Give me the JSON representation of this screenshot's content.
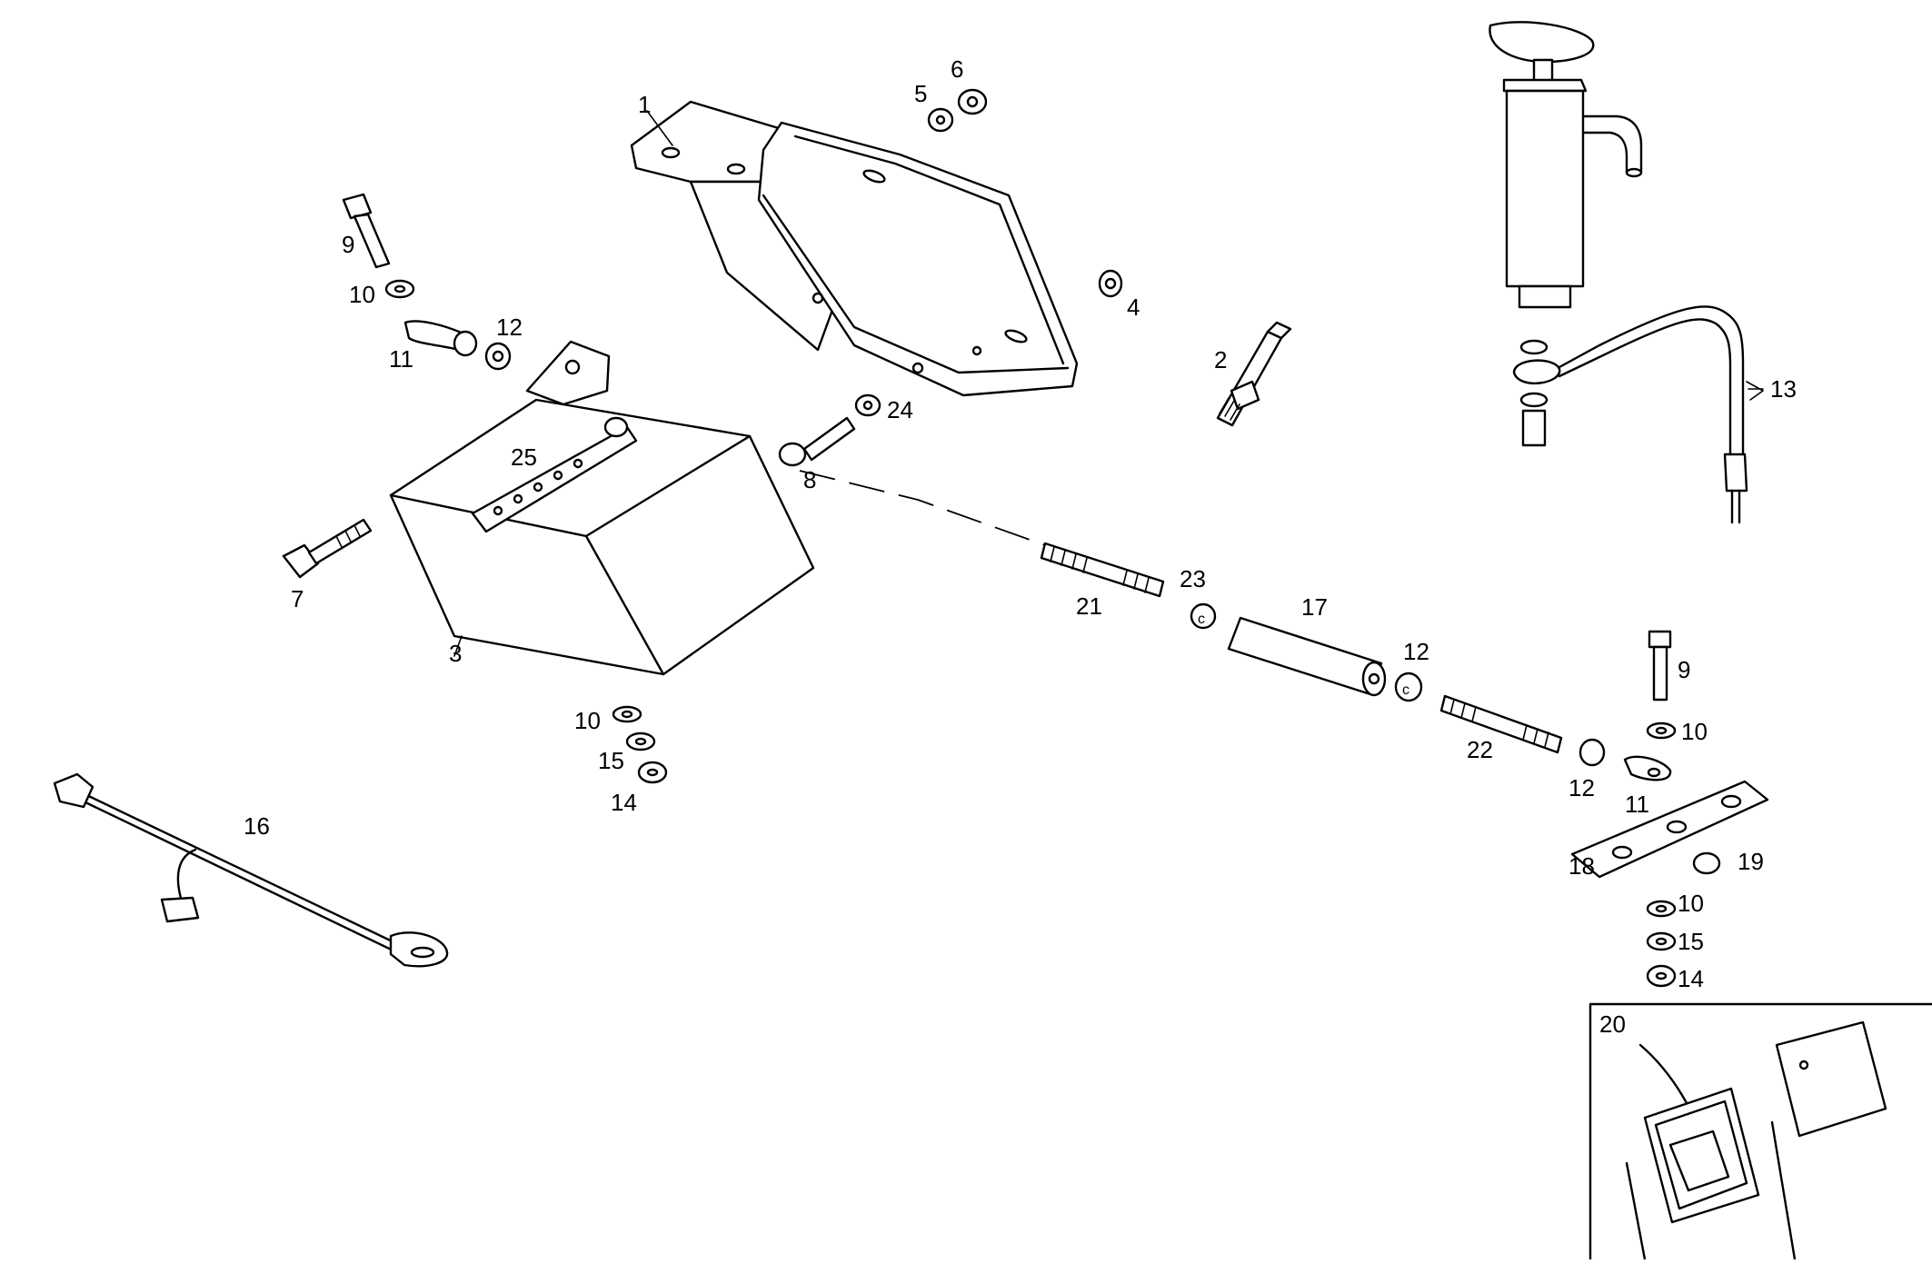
{
  "diagram": {
    "callouts": {
      "c1": "1",
      "c2": "2",
      "c3": "3",
      "c4": "4",
      "c5": "5",
      "c6": "6",
      "c7": "7",
      "c8": "8",
      "c9a": "9",
      "c9b": "9",
      "c10a": "10",
      "c10b": "10",
      "c10c": "10",
      "c10d": "10",
      "c11a": "11",
      "c11b": "11",
      "c12a": "12",
      "c12b": "12",
      "c12c": "12",
      "c13": "13",
      "c14a": "14",
      "c14b": "14",
      "c15a": "15",
      "c15b": "15",
      "c16": "16",
      "c17": "17",
      "c18": "18",
      "c19": "19",
      "c20": "20",
      "c21": "21",
      "c22": "22",
      "c23": "23",
      "c24": "24",
      "c25": "25"
    }
  }
}
